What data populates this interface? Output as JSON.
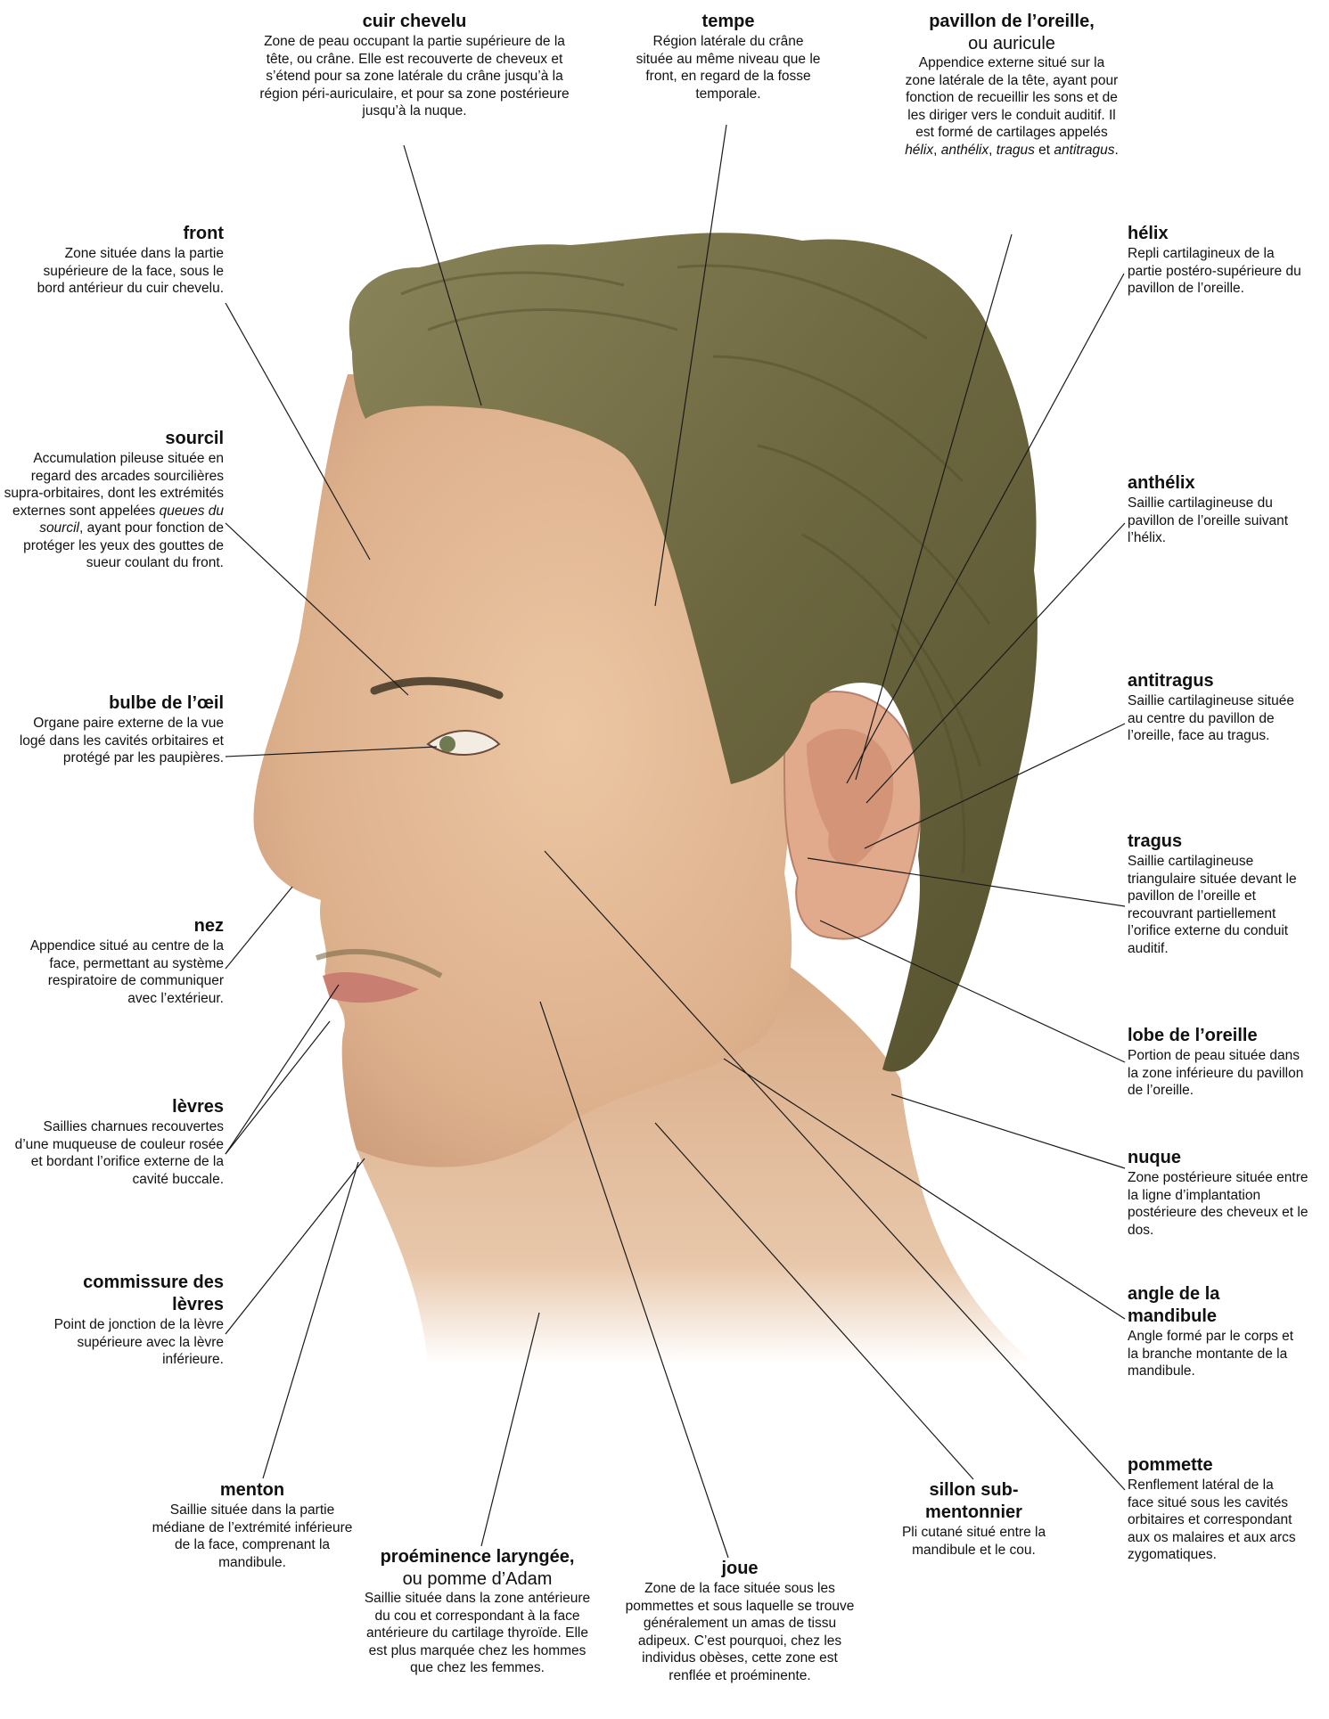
{
  "colors": {
    "hair": "#6f6a42",
    "skin": "#e2b995",
    "leader": "#1a1a1a"
  },
  "labels": {
    "cuir_chevelu": {
      "title": "cuir chevelu",
      "desc": "Zone de peau occupant la partie supérieure de la tête, ou crâne. Elle est recouverte de cheveux et s’étend pour sa zone latérale du crâne jusqu’à la région péri-auriculaire, et pour sa zone postérieure jusqu’à la nuque."
    },
    "tempe": {
      "title": "tempe",
      "desc": "Région latérale du crâne située au même niveau que le front, en regard de la fosse temporale."
    },
    "pavillon": {
      "title": "pavillon de l’oreille,",
      "subtitle": "ou auricule",
      "desc_a": "Appendice externe situé sur la zone latérale de la tête, ayant pour fonction de recueillir les sons et de les diriger vers le conduit auditif. Il est formé de cartilages appelés ",
      "desc_i1": "hélix",
      "desc_s1": ", ",
      "desc_i2": "anthélix",
      "desc_s2": ", ",
      "desc_i3": "tragus",
      "desc_s3": " et ",
      "desc_i4": "antitragus",
      "desc_s4": "."
    },
    "front": {
      "title": "front",
      "desc": "Zone située dans la partie supérieure de la face, sous le bord antérieur du cuir chevelu."
    },
    "helix": {
      "title": "hélix",
      "desc": "Repli cartilagineux de la partie postéro-supérieure du pavillon de l’oreille."
    },
    "sourcil": {
      "title": "sourcil",
      "desc_a": "Accumulation pileuse située en regard des arcades sourcilières supra-orbitaires, dont les extrémités externes sont appelées ",
      "desc_i": "queues du sourcil",
      "desc_b": ", ayant pour fonction de protéger les yeux des gouttes de sueur coulant du front."
    },
    "anthelix": {
      "title": "anthélix",
      "desc": "Saillie cartilagineuse du pavillon de l’oreille suivant l’hélix."
    },
    "bulbe": {
      "title": "bulbe de l’œil",
      "desc": "Organe paire externe de la vue logé dans les cavités orbitaires et protégé par les paupières."
    },
    "antitragus": {
      "title": "antitragus",
      "desc": "Saillie cartilagineuse située au centre du pavillon de l’oreille, face au tragus."
    },
    "tragus": {
      "title": "tragus",
      "desc": "Saillie cartilagineuse triangulaire située devant le pavillon de l’oreille et recouvrant partiellement l’orifice externe du conduit auditif."
    },
    "nez": {
      "title": "nez",
      "desc": "Appendice situé au centre de la face, permettant au système respiratoire de communiquer avec l’extérieur."
    },
    "lobe": {
      "title": "lobe de l’oreille",
      "desc": "Portion de peau située dans la zone inférieure du pavillon de l’oreille."
    },
    "levres": {
      "title": "lèvres",
      "desc": "Saillies charnues recouvertes d’une muqueuse de couleur rosée et bordant l’orifice externe de la cavité buccale."
    },
    "nuque": {
      "title": "nuque",
      "desc": "Zone postérieure située entre la ligne d’implantation postérieure des cheveux et le dos."
    },
    "commissure": {
      "title": "commissure des lèvres",
      "desc": "Point de jonction de la lèvre supérieure avec la lèvre inférieure."
    },
    "angle": {
      "title": "angle de la mandibule",
      "desc": "Angle formé par le corps et la branche montante de la mandibule."
    },
    "menton": {
      "title": "menton",
      "desc": "Saillie située dans la partie médiane de l’extrémité inférieure de la face, comprenant la mandibule."
    },
    "sillon": {
      "title": "sillon sub-mentonnier",
      "desc": "Pli cutané situé entre la mandibule et le cou."
    },
    "pommette": {
      "title": "pommette",
      "desc": "Renflement latéral de la face situé sous les cavités orbitaires et correspondant aux os malaires et aux arcs zygomatiques."
    },
    "pomme": {
      "title": "proéminence laryngée,",
      "subtitle": "ou pomme d’Adam",
      "desc": "Saillie située dans la zone antérieure du cou et correspondant à la face antérieure du cartilage thyroïde. Elle est plus marquée chez les hommes que chez les femmes."
    },
    "joue": {
      "title": "joue",
      "desc": "Zone de la face située sous les pommettes et sous laquelle se trouve généralement un amas de tissu adipeux. C’est pourquoi, chez les individus obèses, cette zone est renflée et proéminente."
    }
  }
}
